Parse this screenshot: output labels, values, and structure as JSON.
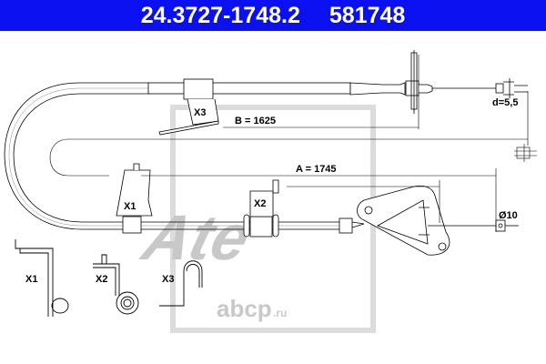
{
  "header": {
    "part_number": "24.3727-1748.2",
    "ref_number": "581748"
  },
  "dimensions": {
    "b": "B = 1625",
    "a": "A = 1745",
    "d": "d=5,5",
    "diameter": "Ø10"
  },
  "callouts": {
    "x1": "X1",
    "x2": "X2",
    "x3": "X3"
  },
  "details": {
    "x1": "X1",
    "x2": "X2",
    "x3": "X3"
  },
  "watermarks": {
    "brand": "Ate",
    "site": "abcp",
    "site_suffix": ".ru"
  },
  "colors": {
    "header_bg": "#0a10f0",
    "watermark": "#c8c8c8"
  }
}
